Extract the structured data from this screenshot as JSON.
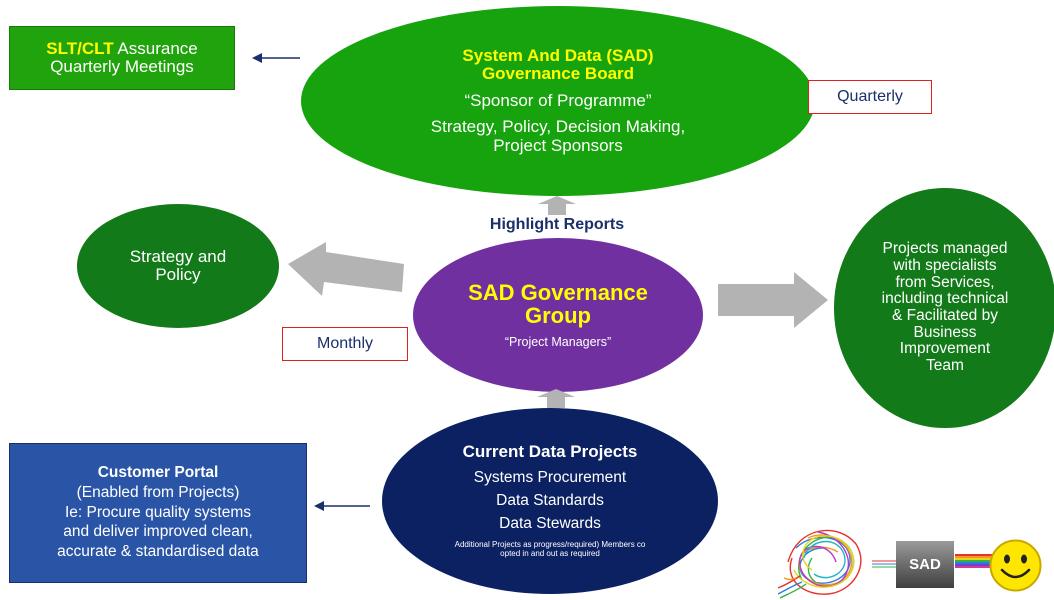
{
  "slt": {
    "bold": "SLT/CLT",
    "rest": " Assurance",
    "line2": "Quarterly Meetings"
  },
  "board": {
    "title1": "System And Data (SAD)",
    "title2": "Governance Board",
    "sponsor": "“Sponsor of Programme”",
    "desc1": "Strategy, Policy, Decision Making,",
    "desc2": "Project Sponsors"
  },
  "quarterly": "Quarterly",
  "monthly": "Monthly",
  "highlight": "Highlight Reports",
  "strategy": {
    "line1": "Strategy and",
    "line2": "Policy"
  },
  "group": {
    "title1": "SAD Governance",
    "title2": "Group",
    "subtitle": "“Project Managers”"
  },
  "projects": {
    "line1": "Projects managed",
    "line2": "with specialists",
    "line3": "from Services,",
    "line4": "including technical",
    "line5": "& Facilitated by",
    "line6": "Business",
    "line7": "Improvement",
    "line8": "Team"
  },
  "current": {
    "title": "Current Data Projects",
    "item1": "Systems Procurement",
    "item2": "Data Standards",
    "item3": "Data Stewards",
    "note1": "Additional Projects as progress/required) Members co",
    "note2": "opted in and out as required"
  },
  "portal": {
    "title": "Customer Portal",
    "line1": "(Enabled from Projects)",
    "line2": "Ie: Procure quality systems",
    "line3": "and deliver improved clean,",
    "line4": "accurate & standardised data"
  },
  "logo": {
    "label": "SAD"
  },
  "colors": {
    "board_green": "#17a30d",
    "dark_green": "#127a18",
    "purple": "#7030a0",
    "navy": "#0c2162",
    "portal_blue": "#2a55a7",
    "highlight_yellow": "#ffff00",
    "label_red": "#e02020",
    "arrow_gray": "#b3b3b3"
  }
}
